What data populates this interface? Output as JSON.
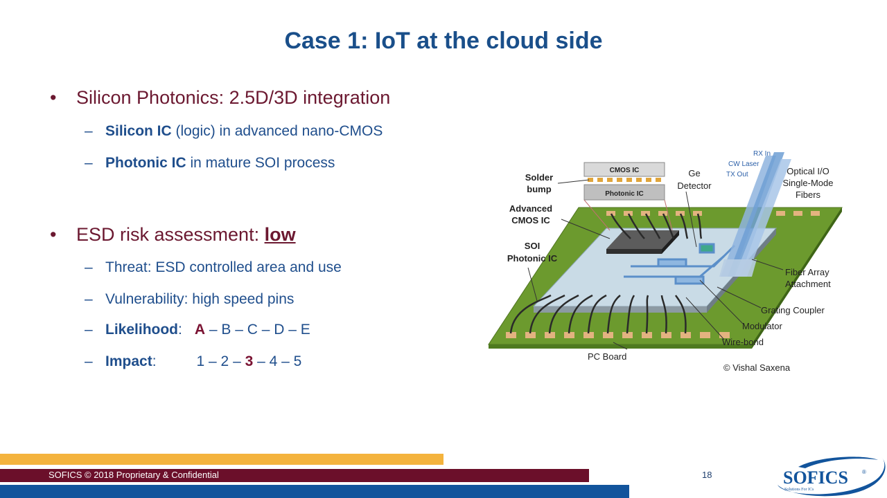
{
  "title": "Case 1: IoT at the cloud side",
  "bullets": {
    "b1": {
      "label": "Silicon Photonics: 2.5D/3D integration",
      "sub1_bold": "Silicon IC",
      "sub1_rest": " (logic) in advanced nano-CMOS",
      "sub2_bold": "Photonic IC",
      "sub2_rest": " in mature SOI process"
    },
    "b2": {
      "label": "ESD risk assessment: ",
      "value": "low",
      "threat": "Threat: ESD controlled area and use",
      "vulnerability": "Vulnerability: high speed pins",
      "likelihood_label": "Likelihood",
      "likelihood_colon": ":",
      "likelihood_selected": "A",
      "likelihood_rest": " – B – C – D – E",
      "impact_label": "Impact",
      "impact_colon": ":",
      "impact_pre": "1 – 2 – ",
      "impact_selected": "3",
      "impact_post": " – 4 – 5"
    }
  },
  "figure": {
    "labels": {
      "solder_bump_1": "Solder",
      "solder_bump_2": "bump",
      "cmos_ic": "CMOS IC",
      "photonic_ic": "Photonic IC",
      "ge_detector_1": "Ge",
      "ge_detector_2": "Detector",
      "rx_in": "RX In",
      "cw_laser": "CW Laser",
      "tx_out": "TX Out",
      "optical_io_1": "Optical I/O",
      "optical_io_2": "Single-Mode",
      "optical_io_3": "Fibers",
      "advanced_cmos_1": "Advanced",
      "advanced_cmos_2": "CMOS IC",
      "soi_photonic_1": "SOI",
      "soi_photonic_2": "Photonic IC",
      "fiber_array_1": "Fiber Array",
      "fiber_array_2": "Attachment",
      "grating_coupler": "Grating Coupler",
      "modulator": "Modulator",
      "wire_bond": "Wire-bond",
      "pc_board": "PC Board",
      "credit": "© Vishal Saxena"
    }
  },
  "footer": {
    "text": "SOFICS © 2018 Proprietary & Confidential",
    "page": "18"
  },
  "logo": {
    "name": "SOFICS",
    "registered": "®",
    "tagline": "Solutions For ICs"
  }
}
